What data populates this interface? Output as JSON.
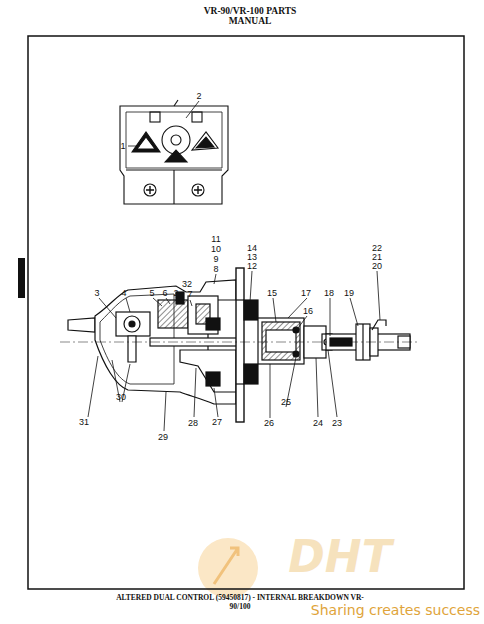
{
  "diagram": {
    "title": "VR-90/VR-100 PARTS MANUAL",
    "caption": "ALTERED DUAL CONTROL (59450817) - INTERNAL BREAKDOWN VR-90/100",
    "labels": [
      "2",
      "1",
      "11",
      "10",
      "9",
      "8",
      "14",
      "13",
      "12",
      "22",
      "21",
      "20",
      "3",
      "4",
      "5",
      "6",
      "2",
      "32",
      "7",
      "15",
      "17",
      "18",
      "19",
      "16",
      "31",
      "30",
      "29",
      "28",
      "27",
      "26",
      "25",
      "24",
      "23",
      "DHT",
      "Sharing creates success"
    ]
  }
}
